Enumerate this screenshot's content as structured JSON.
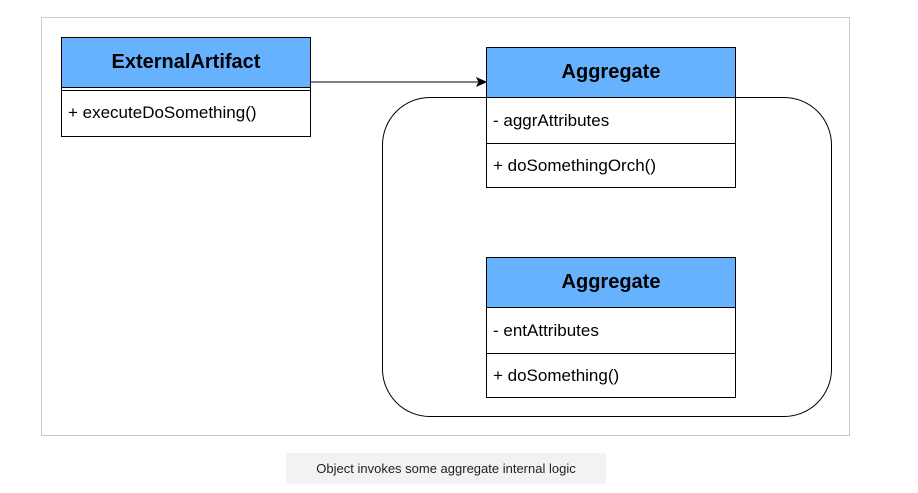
{
  "diagram": {
    "external_artifact": {
      "name": "ExternalArtifact",
      "operations": "+ executeDoSomething()"
    },
    "aggregate_root": {
      "name": "Aggregate",
      "attributes": "- aggrAttributes",
      "operations": "+ doSomethingOrch()"
    },
    "aggregate_entity": {
      "name": "Aggregate",
      "attributes": "- entAttributes",
      "operations": "+ doSomething()"
    },
    "colors": {
      "class_header": "#66b2ff",
      "line": "#000000"
    }
  },
  "caption": "Object invokes some aggregate internal logic"
}
